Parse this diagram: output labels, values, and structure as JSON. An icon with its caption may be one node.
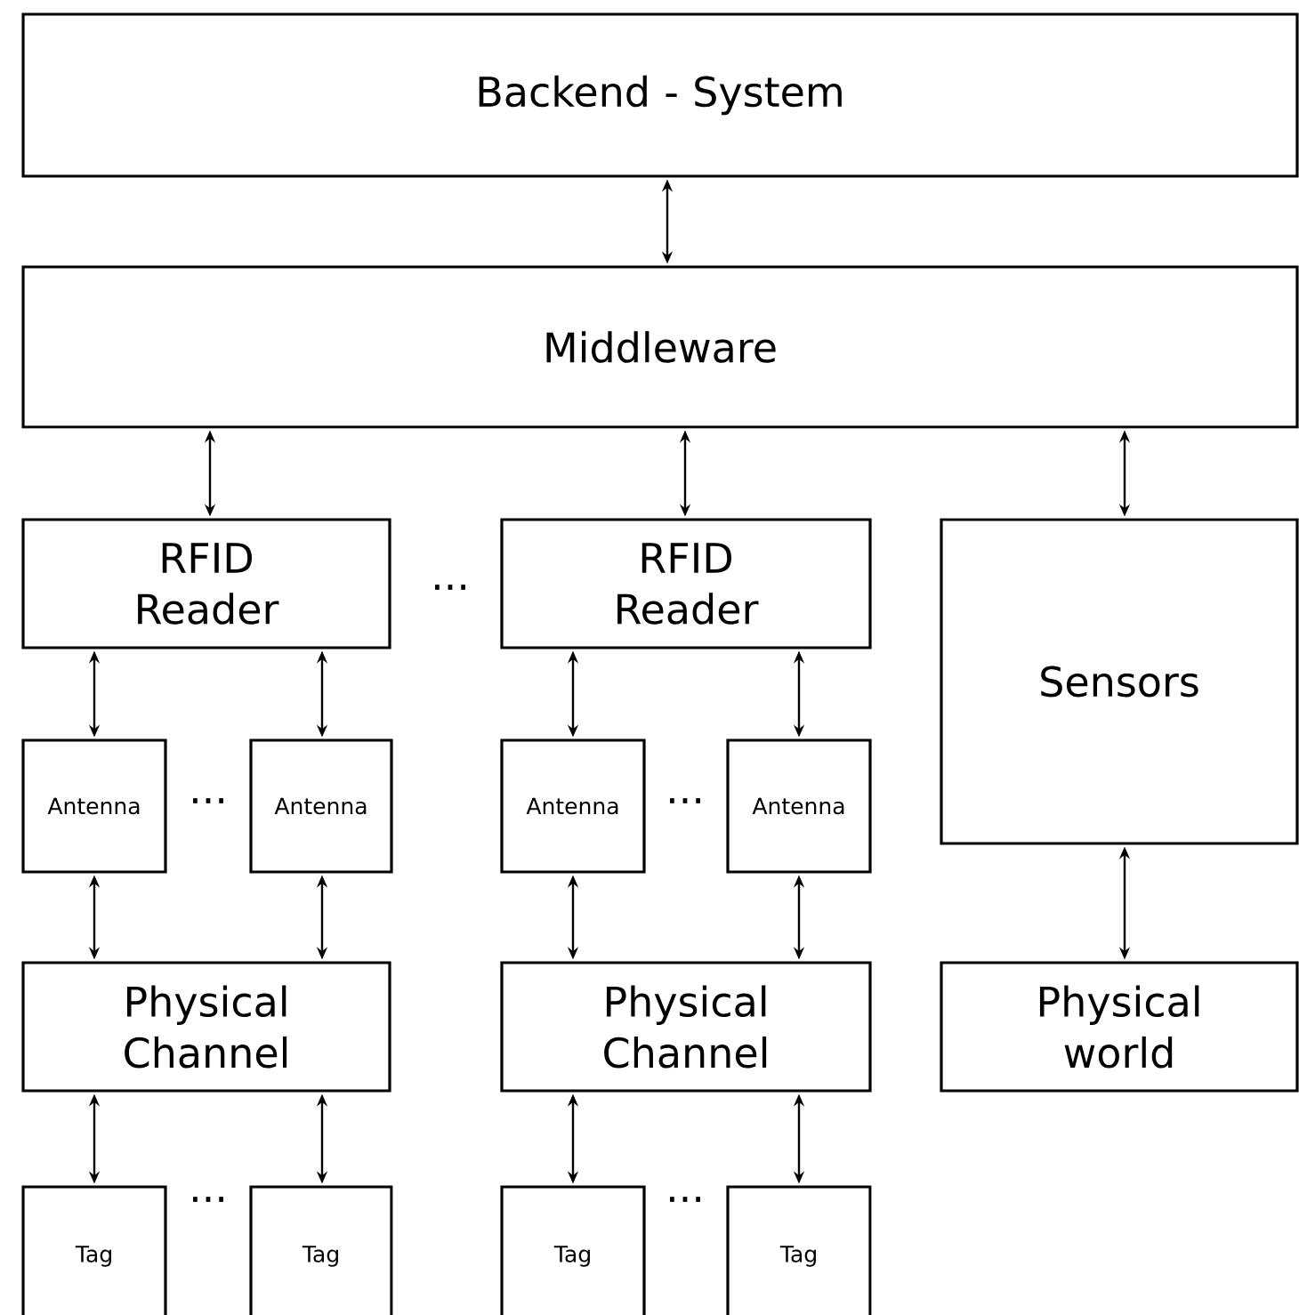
{
  "diagram": {
    "nodes": [
      {
        "text": [
          "Backend - System"
        ]
      },
      {
        "text": [
          "Middleware"
        ]
      },
      {
        "text": [
          "RFID Reader"
        ]
      },
      {
        "text": [
          "RFID Reader"
        ]
      },
      {
        "text": [
          "Sensors"
        ]
      },
      {
        "text": [
          "Antenna"
        ]
      },
      {
        "text": [
          "Antenna"
        ]
      },
      {
        "text": [
          "Antenna"
        ]
      },
      {
        "text": [
          "Antenna"
        ]
      },
      {
        "text": [
          "Physical Channel"
        ]
      },
      {
        "text": [
          "Physical Channel"
        ]
      },
      {
        "text": [
          "Physical world"
        ]
      },
      {
        "text": [
          "Tag"
        ]
      },
      {
        "text": [
          "Tag"
        ]
      },
      {
        "text": [
          "Tag"
        ]
      },
      {
        "text": [
          "Tag"
        ]
      }
    ],
    "edges": [
      {
        "from": 0,
        "to": 1,
        "arrow": "both"
      },
      {
        "from": 1,
        "to": 2,
        "arrow": "both"
      },
      {
        "from": 1,
        "to": 3,
        "arrow": "both"
      },
      {
        "from": 1,
        "to": 4,
        "arrow": "both"
      },
      {
        "from": 2,
        "to": 5,
        "arrow": "both"
      },
      {
        "from": 2,
        "to": 6,
        "arrow": "both"
      },
      {
        "from": 3,
        "to": 7,
        "arrow": "both"
      },
      {
        "from": 3,
        "to": 8,
        "arrow": "both"
      },
      {
        "from": 5,
        "to": 9,
        "arrow": "both"
      },
      {
        "from": 6,
        "to": 9,
        "arrow": "both"
      },
      {
        "from": 7,
        "to": 10,
        "arrow": "both"
      },
      {
        "from": 8,
        "to": 10,
        "arrow": "both"
      },
      {
        "from": 4,
        "to": 11,
        "arrow": "both"
      },
      {
        "from": 9,
        "to": 12,
        "arrow": "both"
      },
      {
        "from": 9,
        "to": 13,
        "arrow": "both"
      },
      {
        "from": 10,
        "to": 14,
        "arrow": "both"
      },
      {
        "from": 10,
        "to": 15,
        "arrow": "both"
      }
    ],
    "labels": [
      "...",
      "...",
      "...",
      "...",
      "..."
    ]
  }
}
